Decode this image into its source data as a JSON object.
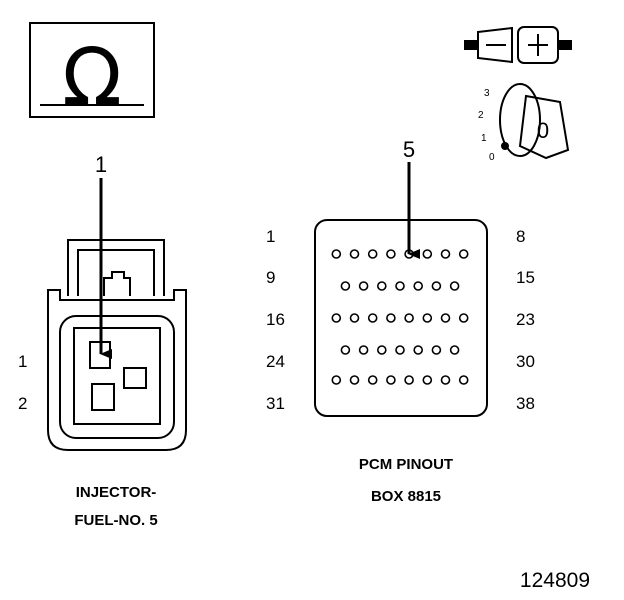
{
  "ohm_meter": {
    "symbol": "Ω"
  },
  "ignition_key": {
    "positions": [
      "3",
      "2",
      "1",
      "0"
    ],
    "key_label": "0"
  },
  "injector_connector": {
    "callout": "1",
    "pin_labels": [
      "1",
      "2"
    ],
    "caption_line1": "INJECTOR-",
    "caption_line2": "FUEL-NO. 5"
  },
  "pcm_connector": {
    "callout": "5",
    "left_labels": [
      "1",
      "9",
      "16",
      "24",
      "31"
    ],
    "right_labels": [
      "8",
      "15",
      "23",
      "30",
      "38"
    ],
    "rows": [
      8,
      7,
      8,
      7,
      8
    ],
    "caption_line1": "PCM PINOUT",
    "caption_line2": "BOX 8815"
  },
  "figure_number": "124809"
}
